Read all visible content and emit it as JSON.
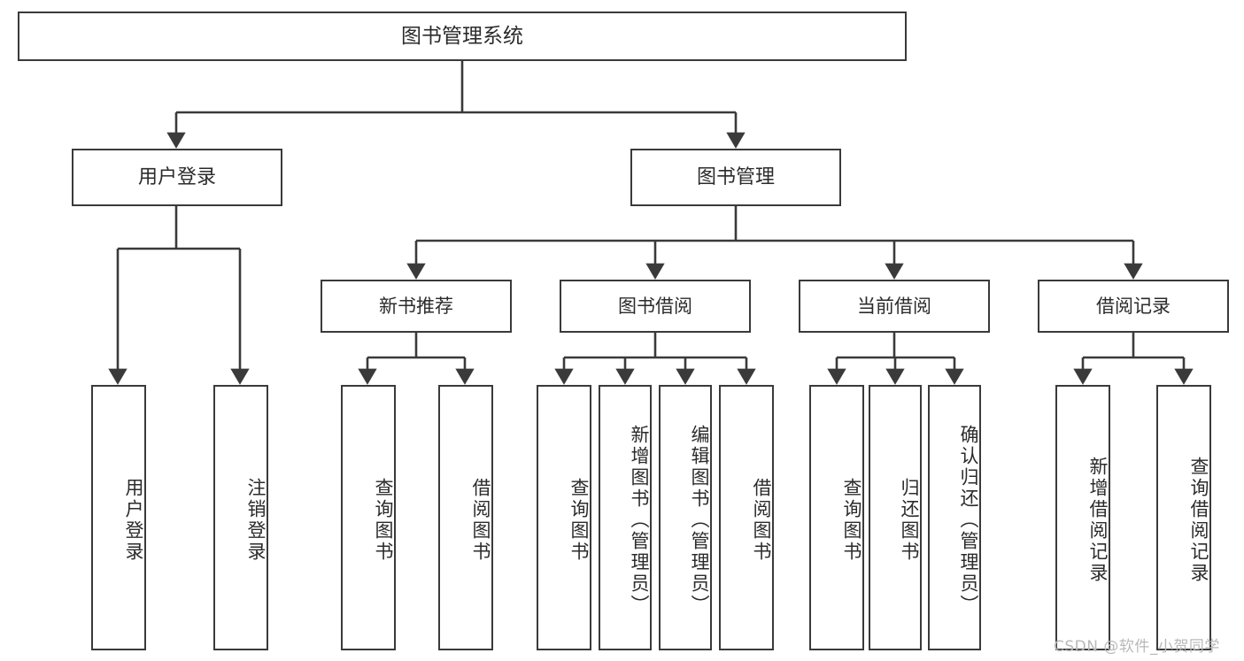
{
  "diagram": {
    "title": "图书管理系统",
    "type": "tree-hierarchy",
    "watermark": "CSDN @软件_小贺同学",
    "colors": {
      "box_border": "#3a3a3a",
      "box_fill": "#ffffff",
      "edge": "#3a3a3a",
      "text": "#2b2b2b",
      "watermark": "#b9b9b9",
      "background": "#ffffff"
    },
    "root": {
      "label": "图书管理系统"
    },
    "level1": [
      {
        "label": "用户登录"
      },
      {
        "label": "图书管理"
      }
    ],
    "level2": [
      {
        "label": "新书推荐"
      },
      {
        "label": "图书借阅"
      },
      {
        "label": "当前借阅"
      },
      {
        "label": "借阅记录"
      }
    ],
    "leaves": {
      "user_login": [
        {
          "label": "用户登录"
        },
        {
          "label": "注销登录"
        }
      ],
      "new_book_recommend": [
        {
          "label": "查询图书"
        },
        {
          "label": "借阅图书"
        }
      ],
      "book_borrow": [
        {
          "label": "查询图书"
        },
        {
          "label": "新增图书（管理员）"
        },
        {
          "label": "编辑图书（管理员）"
        },
        {
          "label": "借阅图书"
        }
      ],
      "current_borrow": [
        {
          "label": "查询图书"
        },
        {
          "label": "归还图书"
        },
        {
          "label": "确认归还（管理员）"
        }
      ],
      "borrow_record": [
        {
          "label": "新增借阅记录"
        },
        {
          "label": "查询借阅记录"
        }
      ]
    }
  }
}
